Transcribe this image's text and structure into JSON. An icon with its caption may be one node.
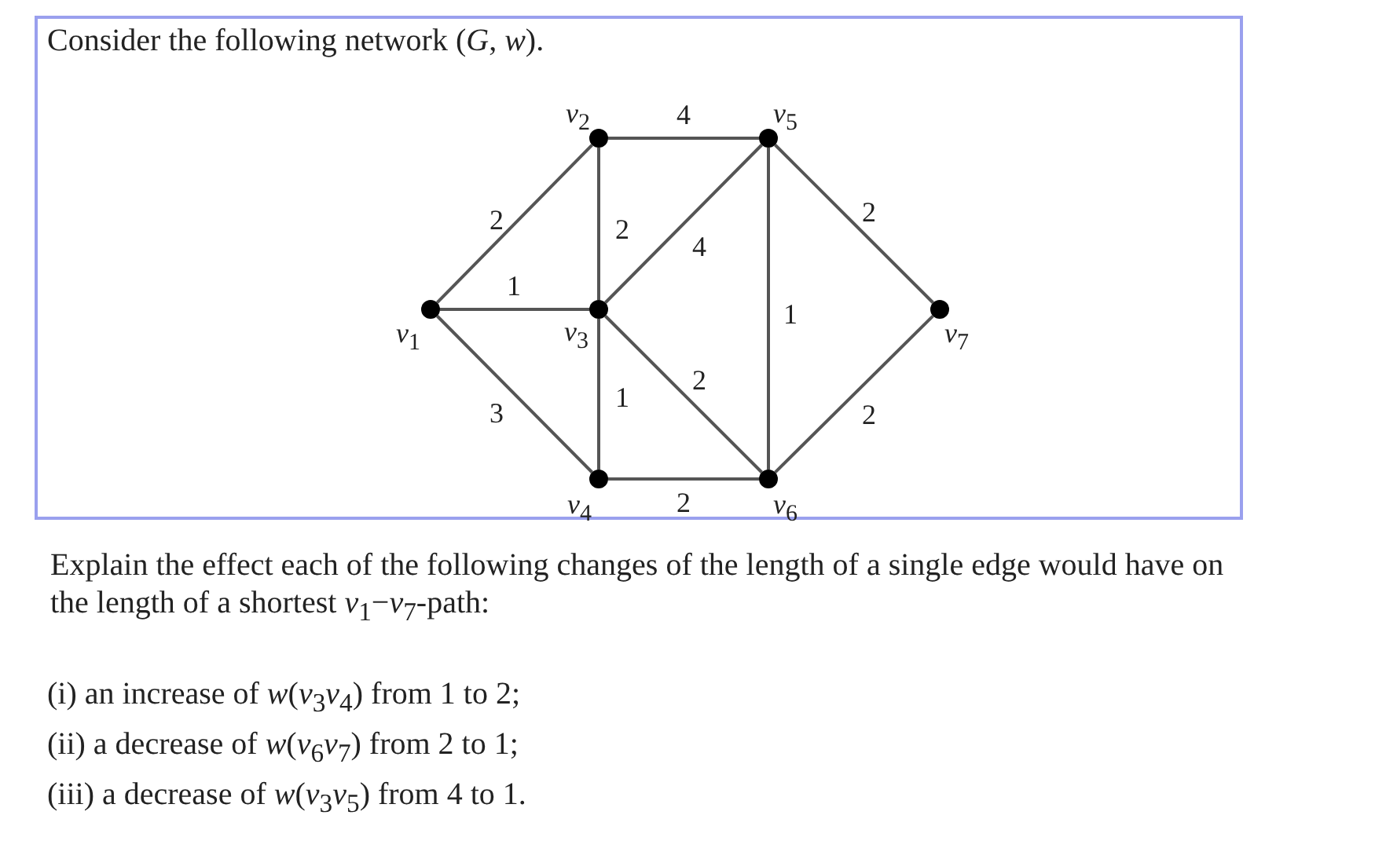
{
  "diagram": {
    "title": "Consider the following network (*G*, *w*).",
    "nodes": [
      {
        "text": [],
        "shape": "circle",
        "beside": [
          "*v*$_{1}$"
        ]
      },
      {
        "text": [],
        "shape": "circle",
        "beside": [
          "*v*$_{2}$"
        ]
      },
      {
        "text": [],
        "shape": "circle",
        "beside": [
          "*v*$_{3}$"
        ]
      },
      {
        "text": [],
        "shape": "circle",
        "beside": [
          "*v*$_{4}$"
        ]
      },
      {
        "text": [],
        "shape": "circle",
        "beside": [
          "*v*$_{5}$"
        ]
      },
      {
        "text": [],
        "shape": "circle",
        "beside": [
          "*v*$_{6}$"
        ]
      },
      {
        "text": [],
        "shape": "circle",
        "beside": [
          "*v*$_{7}$"
        ]
      }
    ],
    "edges": [
      {
        "from": 0,
        "to": 1,
        "arrow": "none",
        "label": "2"
      },
      {
        "from": 0,
        "to": 2,
        "arrow": "none",
        "label": "1"
      },
      {
        "from": 0,
        "to": 3,
        "arrow": "none",
        "label": "3"
      },
      {
        "from": 1,
        "to": 4,
        "arrow": "none",
        "label": "4"
      },
      {
        "from": 1,
        "to": 2,
        "arrow": "none",
        "label": "2"
      },
      {
        "from": 2,
        "to": 4,
        "arrow": "none",
        "label": "4"
      },
      {
        "from": 2,
        "to": 3,
        "arrow": "none",
        "label": "1"
      },
      {
        "from": 2,
        "to": 5,
        "arrow": "none",
        "label": "2"
      },
      {
        "from": 4,
        "to": 5,
        "arrow": "none",
        "label": "1"
      },
      {
        "from": 4,
        "to": 6,
        "arrow": "none",
        "label": "2"
      },
      {
        "from": 5,
        "to": 6,
        "arrow": "none",
        "label": "2"
      },
      {
        "from": 3,
        "to": 5,
        "arrow": "none",
        "label": "2"
      }
    ],
    "labels": [
      "Explain the effect each of the following changes of the length of a single edge would have on the length of a shortest *v*$_{1}$−*v*$_{7}$-path:",
      "(i) an increase of *w*(*v*$_{3}$*v*$_{4}$) from 1 to 2;",
      "(ii) a decrease of *w*(*v*$_{6}$*v*$_{7}$) from 2 to 1;",
      "(iii) a decrease of *w*(*v*$_{3}$*v*$_{5}$) from 4 to 1."
    ]
  }
}
